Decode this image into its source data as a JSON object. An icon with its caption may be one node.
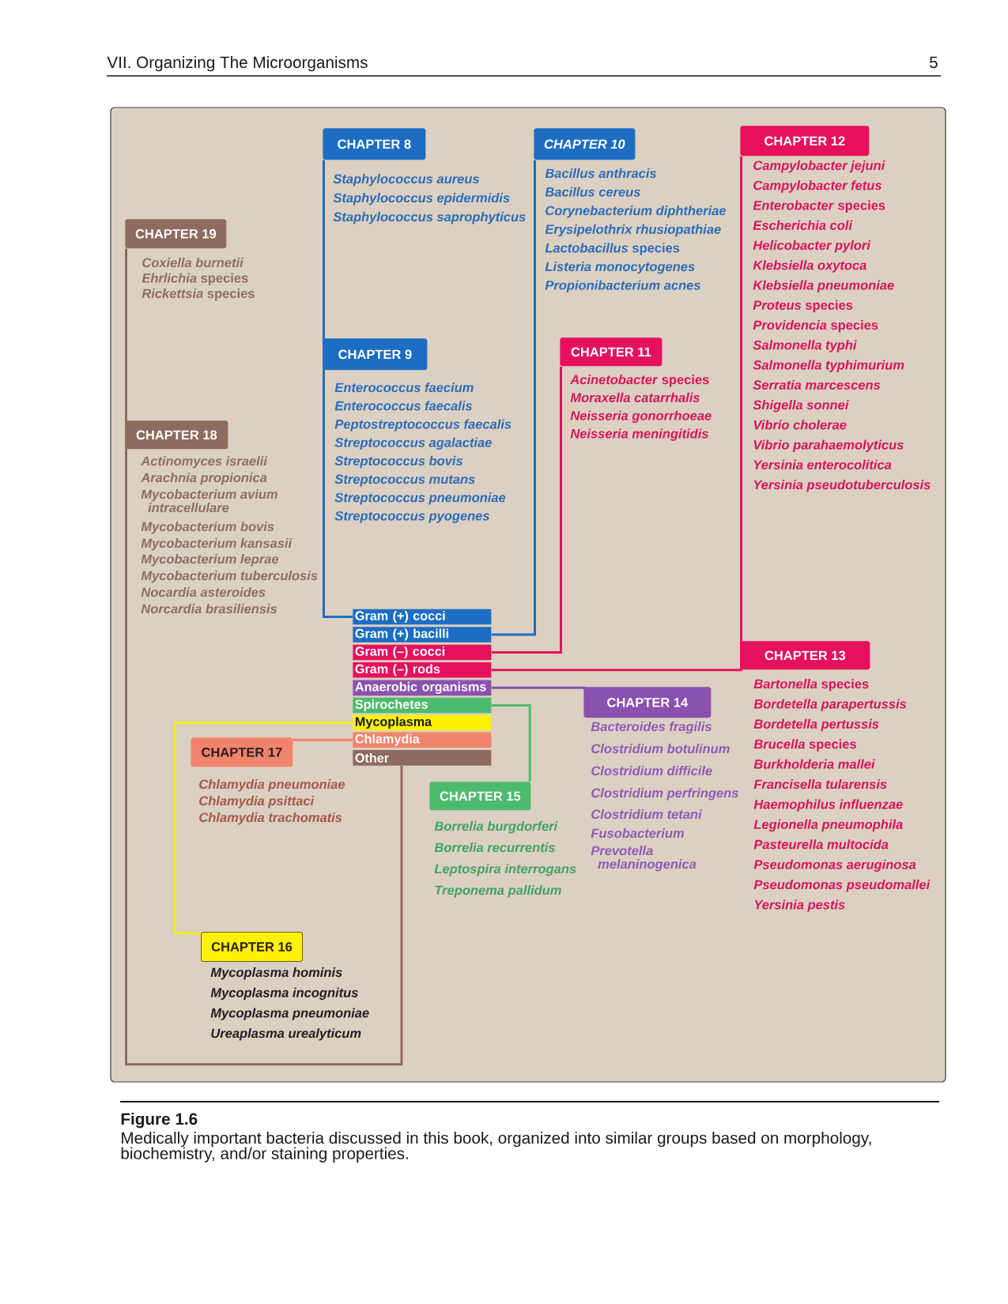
{
  "diagram": {
    "caption": "Medically important bacteria discussed in this book, organized into similar groups based on morphology, biochemistry, and/or staining properties.",
    "nodes": [
      {
        "text": [
          "CHAPTER 8"
        ],
        "beside": [
          "Staphylococcus aureus",
          "Staphylococcus epidermidis",
          "Staphylococcus saprophyticus"
        ]
      },
      {
        "text": [
          "CHAPTER 9"
        ],
        "beside": [
          "Enterococcus faecium",
          "Enterococcus faecalis",
          "Peptostreptococcus faecalis",
          "Streptococcus agalactiae",
          "Streptococcus bovis",
          "Streptococcus mutans",
          "Streptococcus pneumoniae",
          "Streptococcus pyogenes"
        ]
      },
      {
        "text": [
          "CHAPTER 10"
        ],
        "beside": [
          "Bacillus anthracis",
          "Bacillus cereus",
          "Corynebacterium diphtheriae",
          "Erysipelothrix rhusiopathiae",
          "*Lactobacillus* species",
          "Listeria monocytogenes",
          "Propionibacterium acnes"
        ]
      },
      {
        "text": [
          "CHAPTER 11"
        ],
        "beside": [
          "*Acinetobacter* species",
          "Moraxella catarrhalis",
          "Neisseria gonorrhoeae",
          "Neisseria meningitidis"
        ]
      },
      {
        "text": [
          "CHAPTER 12"
        ],
        "beside": [
          "Campylobacter jejuni",
          "Campylobacter fetus",
          "*Enterobacter* species",
          "Escherichia coli",
          "Helicobacter pylori",
          "Klebsiella oxytoca",
          "Klebsiella pneumoniae",
          "*Proteus* species",
          "*Providencia* species",
          "Salmonella typhi",
          "Salmonella typhimurium",
          "Serratia marcescens",
          "Shigella sonnei",
          "Vibrio cholerae",
          "Vibrio parahaemolyticus",
          "Yersinia enterocolitica",
          "Yersinia pseudotuberculosis"
        ]
      },
      {
        "text": [
          "CHAPTER 13"
        ],
        "beside": [
          "*Bartonella* species",
          "Bordetella parapertussis",
          "Bordetella pertussis",
          "*Brucella* species",
          "Burkholderia mallei",
          "Francisella tularensis",
          "Haemophilus influenzae",
          "Legionella pneumophila",
          "Pasteurella multocida",
          "Pseudomonas aeruginosa",
          "Pseudomonas pseudomallei",
          "Yersinia pestis"
        ]
      },
      {
        "text": [
          "CHAPTER 14"
        ],
        "beside": [
          "Bacteroides fragilis",
          "Clostridium botulinum",
          "Clostridium difficile",
          "Clostridium perfringens",
          "Clostridium tetani",
          "Fusobacterium",
          "Prevotella melaninogenica"
        ]
      },
      {
        "text": [
          "CHAPTER 15"
        ],
        "beside": [
          "Borrelia burgdorferi",
          "Borrelia recurrentis",
          "Leptospira interrogans",
          "Treponema pallidum"
        ]
      },
      {
        "text": [
          "CHAPTER 16"
        ],
        "beside": [
          "Mycoplasma hominis",
          "Mycoplasma incognitus",
          "Mycoplasma pneumoniae",
          "Ureaplasma urealyticum"
        ]
      },
      {
        "text": [
          "CHAPTER 17"
        ],
        "beside": [
          "Chlamydia pneumoniae",
          "Chlamydia psittaci",
          "Chlamydia trachomatis"
        ]
      },
      {
        "text": [
          "CHAPTER 18"
        ],
        "beside": [
          "Actinomyces israelii",
          "Arachnia propionica",
          "Mycobacterium avium intracellulare",
          "Mycobacterium bovis",
          "Mycobacterium kansasii",
          "Mycobacterium leprae",
          "Mycobacterium tuberculosis",
          "Nocardia asteroides",
          "Norcardia brasiliensis"
        ]
      },
      {
        "text": [
          "CHAPTER 19"
        ],
        "beside": [
          "Coxiella burnetii",
          "*Ehrlichia* species",
          "*Rickettsia* species"
        ]
      },
      {
        "text": [
          "Gram (+) cocci"
        ]
      },
      {
        "text": [
          "Gram (+) bacilli"
        ]
      },
      {
        "text": [
          "Gram (–) cocci"
        ]
      },
      {
        "text": [
          "Gram (–) rods"
        ]
      },
      {
        "text": [
          "Anaerobic organisms"
        ]
      },
      {
        "text": [
          "Spirochetes"
        ]
      },
      {
        "text": [
          "Mycoplasma"
        ]
      },
      {
        "text": [
          "Chlamydia"
        ]
      },
      {
        "text": [
          "Other"
        ]
      }
    ],
    "edges": [
      {
        "from": 12,
        "to": 0,
        "arrow": "none",
        "color": "#1d6ec2"
      },
      {
        "from": 12,
        "to": 1,
        "arrow": "none",
        "color": "#1d6ec2"
      },
      {
        "from": 13,
        "to": 2,
        "arrow": "none",
        "color": "#1d6ec2"
      },
      {
        "from": 14,
        "to": 3,
        "arrow": "none",
        "color": "#e5115d"
      },
      {
        "from": 15,
        "to": 4,
        "arrow": "none",
        "color": "#e5115d"
      },
      {
        "from": 15,
        "to": 5,
        "arrow": "none",
        "color": "#e5115d"
      },
      {
        "from": 16,
        "to": 6,
        "arrow": "none",
        "color": "#8b51af"
      },
      {
        "from": 17,
        "to": 7,
        "arrow": "none",
        "color": "#4dbb6d"
      },
      {
        "from": 18,
        "to": 8,
        "arrow": "none",
        "color": "#f7ec1c"
      },
      {
        "from": 19,
        "to": 9,
        "arrow": "none",
        "color": "#f2836c"
      },
      {
        "from": 20,
        "to": 10,
        "arrow": "none",
        "color": "#8e6b5e"
      },
      {
        "from": 20,
        "to": 11,
        "arrow": "none",
        "color": "#8e6b5e"
      }
    ],
    "labels": [
      "VII. Organizing The Microorganisms",
      "5",
      "Figure 1.6"
    ]
  }
}
